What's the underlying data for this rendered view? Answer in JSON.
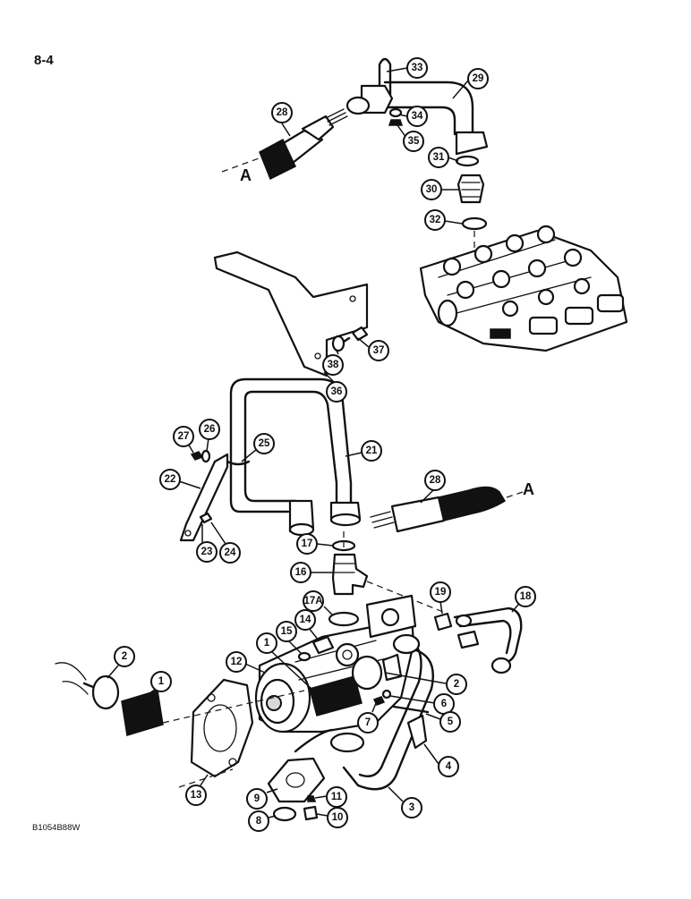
{
  "page_number": "8-4",
  "figure_id": "B1054B88W",
  "connection_marker": "A",
  "callouts": [
    "33",
    "29",
    "28",
    "34",
    "35",
    "31",
    "30",
    "32",
    "37",
    "38",
    "36",
    "27",
    "26",
    "25",
    "21",
    "22",
    "23",
    "24",
    "28",
    "17",
    "16",
    "17A",
    "19",
    "18",
    "14",
    "15",
    "1",
    "12",
    "2",
    "1",
    "2",
    "6",
    "7",
    "5",
    "4",
    "3",
    "13",
    "9",
    "11",
    "8",
    "10"
  ]
}
